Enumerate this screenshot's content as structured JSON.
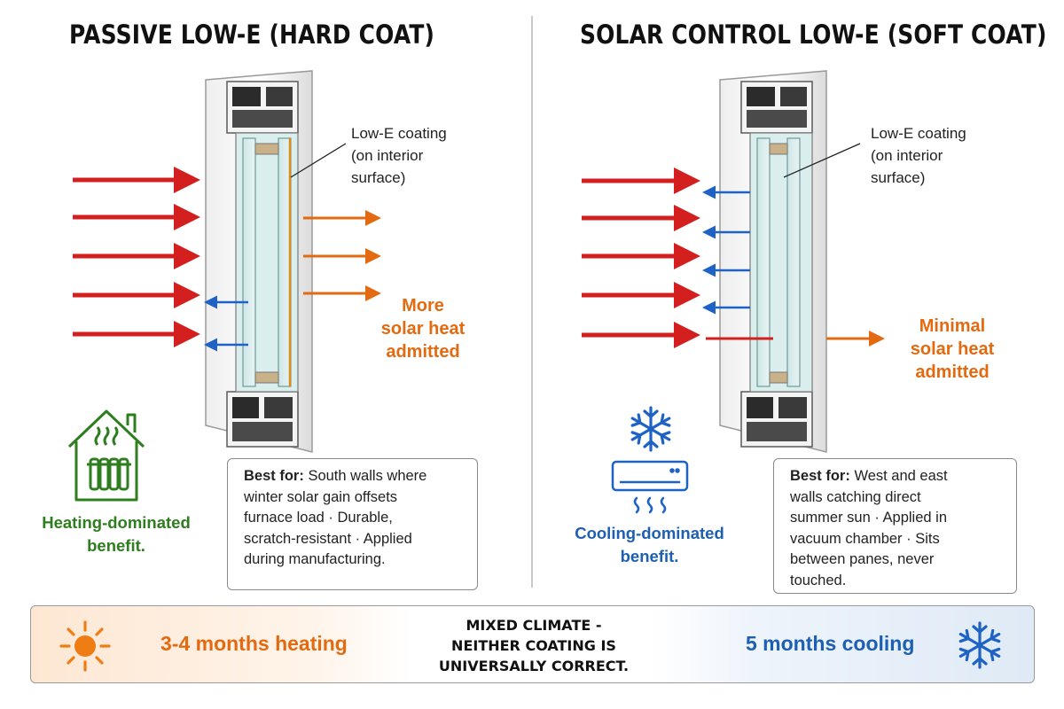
{
  "left_panel": {
    "title": "PASSIVE LOW-E (HARD COAT)",
    "coating_label": [
      "Low-E coating",
      "(on interior",
      "surface)"
    ],
    "heat_label": [
      "More",
      "solar heat",
      "admitted"
    ],
    "best_for_label": "Best for:",
    "best_for_text": [
      "South walls where",
      "winter solar gain offsets",
      "furnace load · Durable,",
      "scratch-resistant · Applied",
      "during manufacturing."
    ],
    "benefit": [
      "Heating-dominated",
      "benefit."
    ],
    "icon": "house-radiator-icon"
  },
  "right_panel": {
    "title": "SOLAR CONTROL LOW-E (SOFT COAT)",
    "coating_label": [
      "Low-E coating",
      "(on interior",
      "surface)"
    ],
    "heat_label": [
      "Minimal",
      "solar heat",
      "admitted"
    ],
    "best_for_label": "Best for:",
    "best_for_text": [
      "West and east",
      "walls catching direct",
      "summer sun · Applied in",
      "vacuum chamber · Sits",
      "between panes, never",
      "touched."
    ],
    "benefit": [
      "Cooling-dominated",
      "benefit."
    ],
    "icons": [
      "snowflake-icon",
      "air-conditioner-icon"
    ]
  },
  "bottom_bar": {
    "heating_text": "3-4 months heating",
    "center_text": [
      "MIXED CLIMATE -",
      "NEITHER COATING IS",
      "UNIVERSALLY CORRECT."
    ],
    "cooling_text": "5 months cooling",
    "icons": [
      "sun-icon",
      "snowflake-icon"
    ]
  },
  "colors": {
    "incoming_solar": "#d41f1f",
    "transmitted_heat": "#e36a10",
    "reflected_infrared": "#1d62c4",
    "heating_green": "#2e7d1f",
    "cooling_blue": "#1d5fb0"
  }
}
